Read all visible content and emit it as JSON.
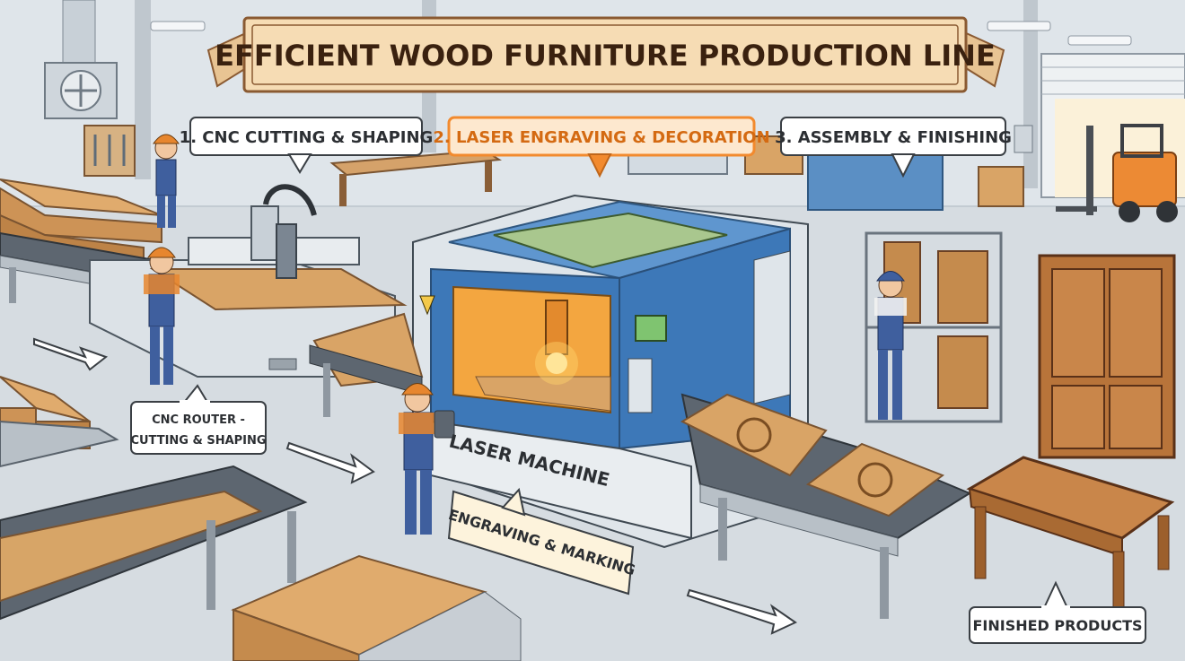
{
  "title": "EFFICIENT WOOD FURNITURE PRODUCTION LINE",
  "steps": [
    {
      "label": "1. CNC CUTTING & SHAPING"
    },
    {
      "label": "2. LASER ENGRAVING & DECORATION"
    },
    {
      "label": "3. ASSEMBLY & FINISHING"
    }
  ],
  "callouts": {
    "cnc_line1": "CNC ROUTER -",
    "cnc_line2": "CUTTING & SHAPING",
    "laser_machine": "LASER MACHINE",
    "engraving": "ENGRAVING & MARKING",
    "finished": "FINISHED PRODUCTS"
  },
  "colors": {
    "banner": "#f6dcb4",
    "banner_border": "#8a5a32",
    "step_highlight": "#f28a2e",
    "machine_blue": "#3d78b8",
    "wood": "#d9a466",
    "worker_blue": "#3f5f9e",
    "helmet": "#e7862e"
  }
}
